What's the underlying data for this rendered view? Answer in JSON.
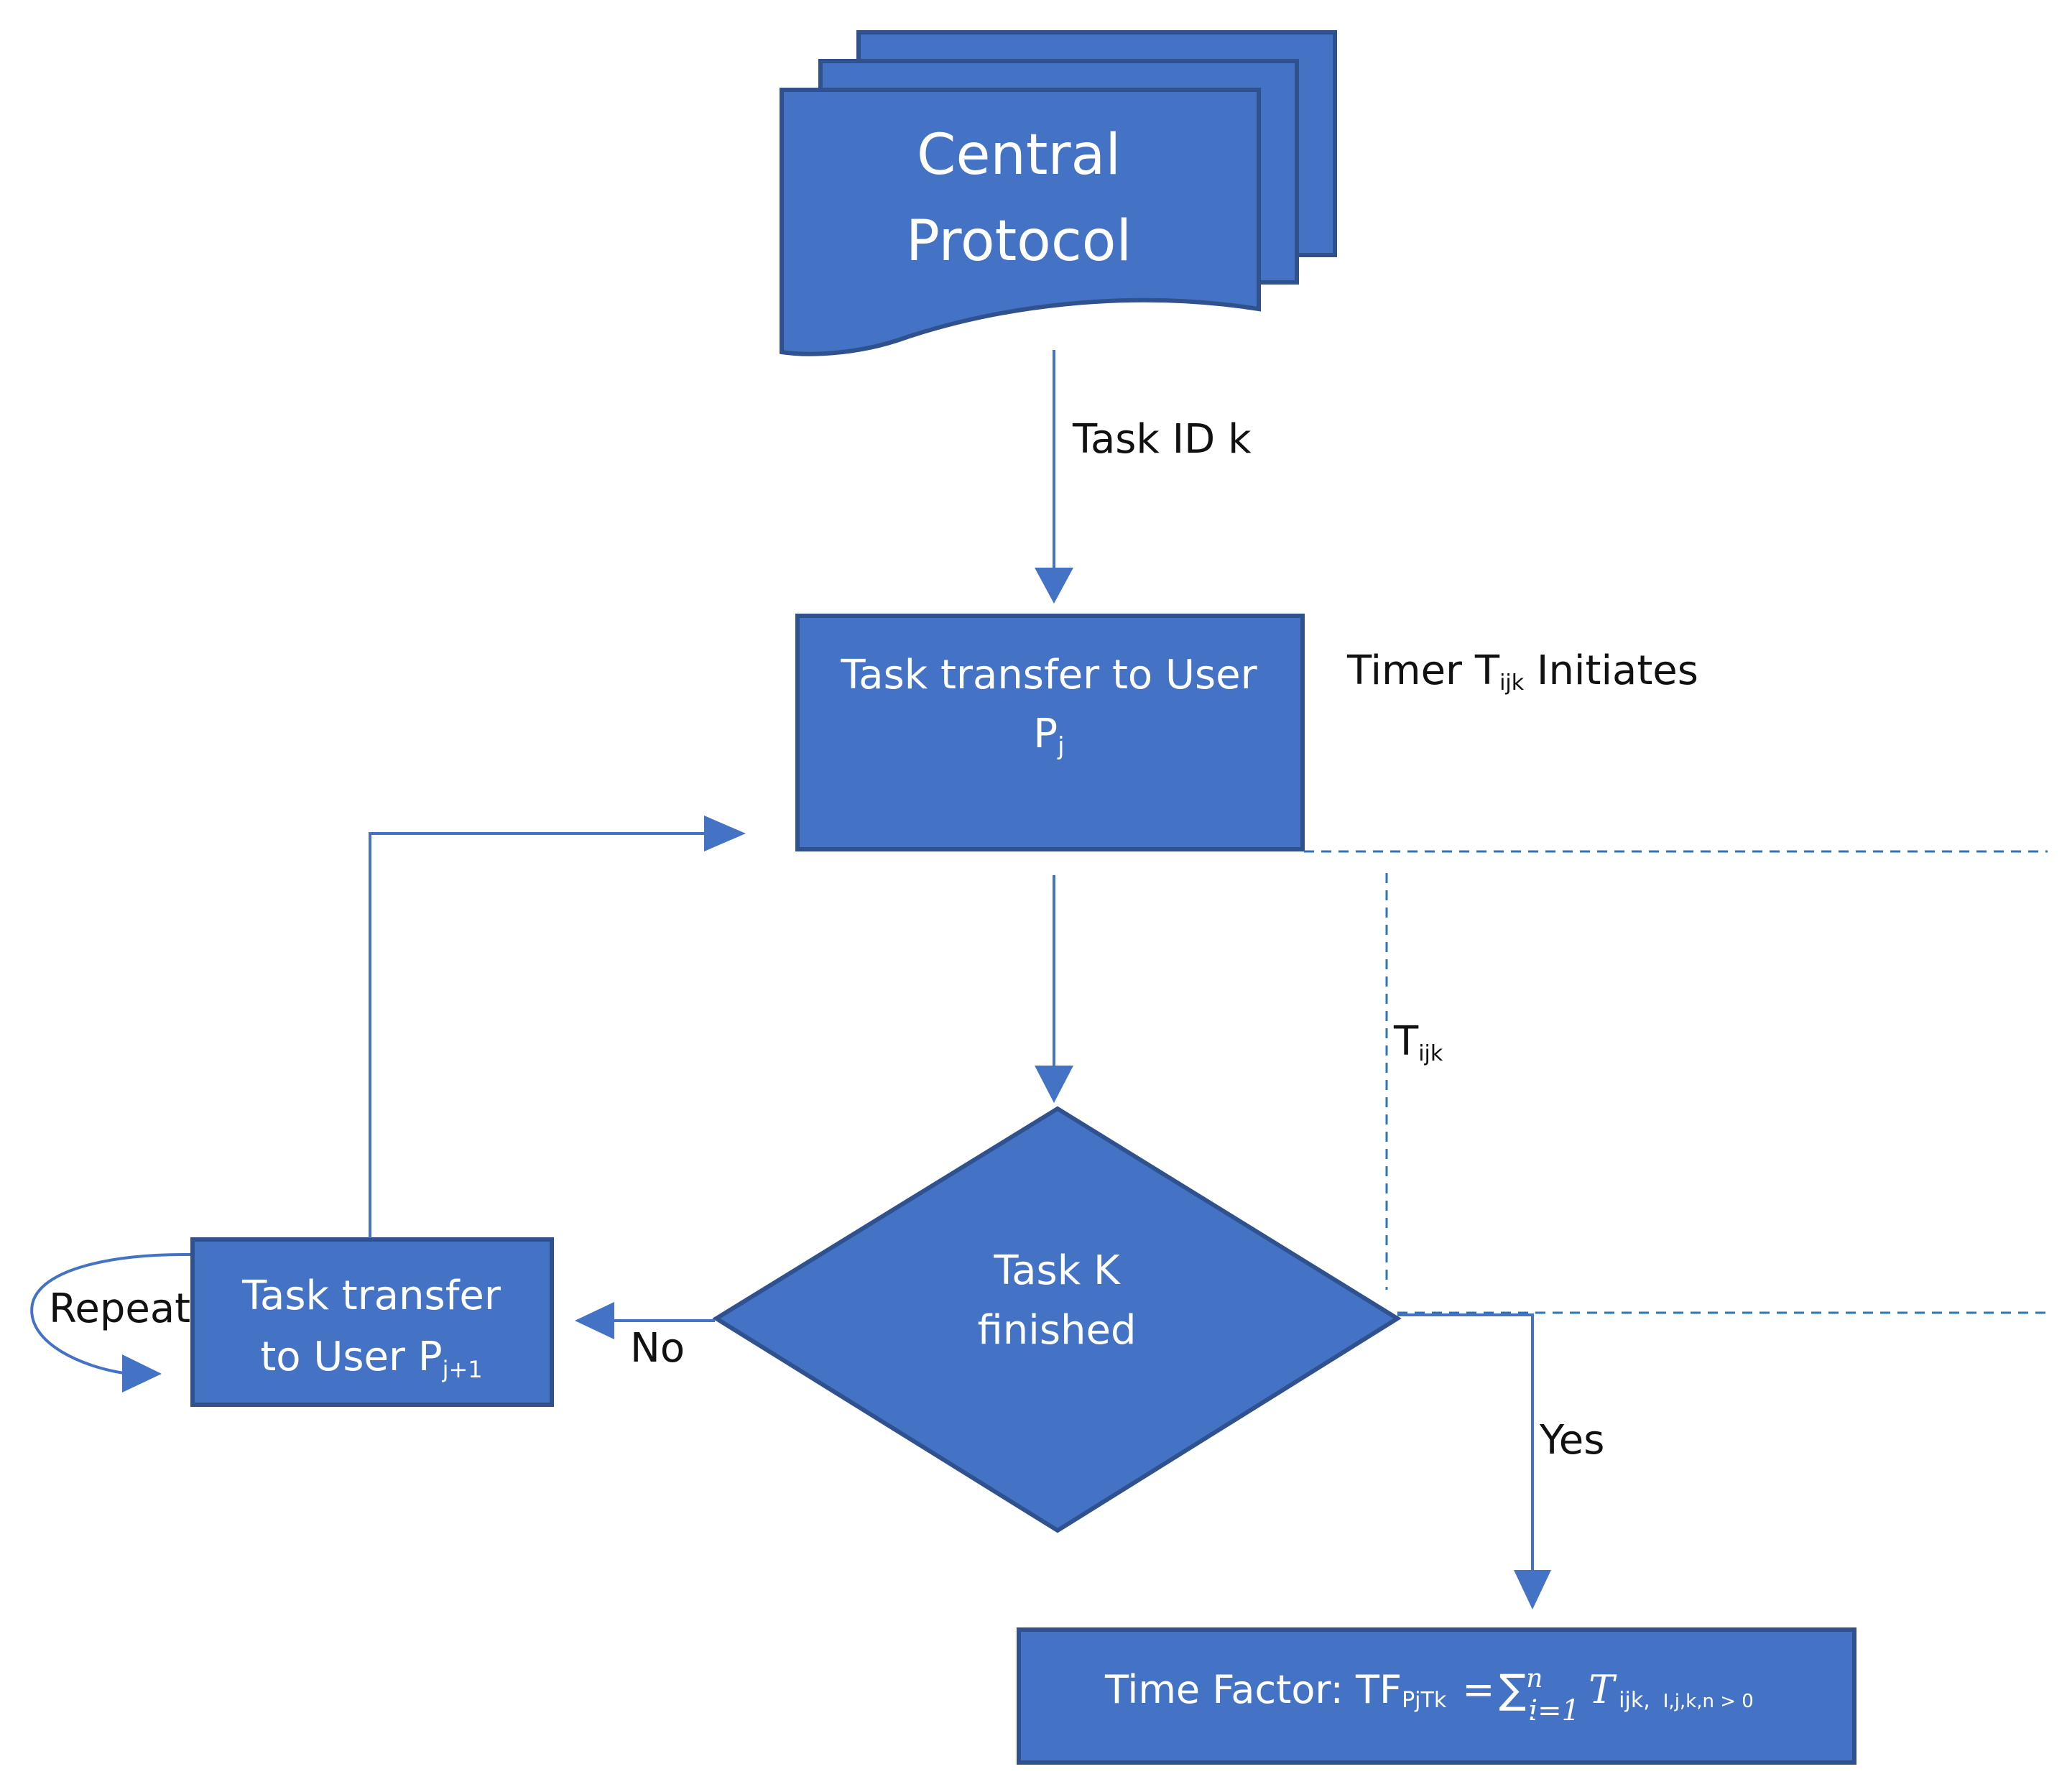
{
  "nodes": {
    "central_protocol": {
      "line1": "Central",
      "line2": "Protocol"
    },
    "task_transfer_pj": {
      "line1": "Task transfer to User",
      "user": "P",
      "user_sub": "j"
    },
    "decision": {
      "line1": "Task K",
      "line2": "finished"
    },
    "task_transfer_pj1": {
      "line1": "Task transfer",
      "line2_prefix": "to User ",
      "user": "P",
      "user_sub": "j+1"
    },
    "time_factor": {
      "prefix": "Time Factor: ",
      "tf": "TF",
      "tf_sub": "PjTk",
      "equals": "=",
      "sum": "∑",
      "sum_top": "n",
      "sum_bottom": "i=1",
      "term": "T",
      "term_sub": "ijk,",
      "condition": "I,j,k,n > 0"
    }
  },
  "labels": {
    "task_id": "Task ID k",
    "timer_prefix": "Timer T",
    "timer_sub": "ijk",
    "timer_suffix": " Initiates",
    "interval": "T",
    "interval_sub": "ijk",
    "no": "No",
    "yes": "Yes",
    "repeat": "Repeat"
  },
  "colors": {
    "shape_fill": "#4472C4",
    "shape_border": "#2F528F",
    "connector": "#4472C4",
    "dashed_guide": "#2E75B6"
  }
}
